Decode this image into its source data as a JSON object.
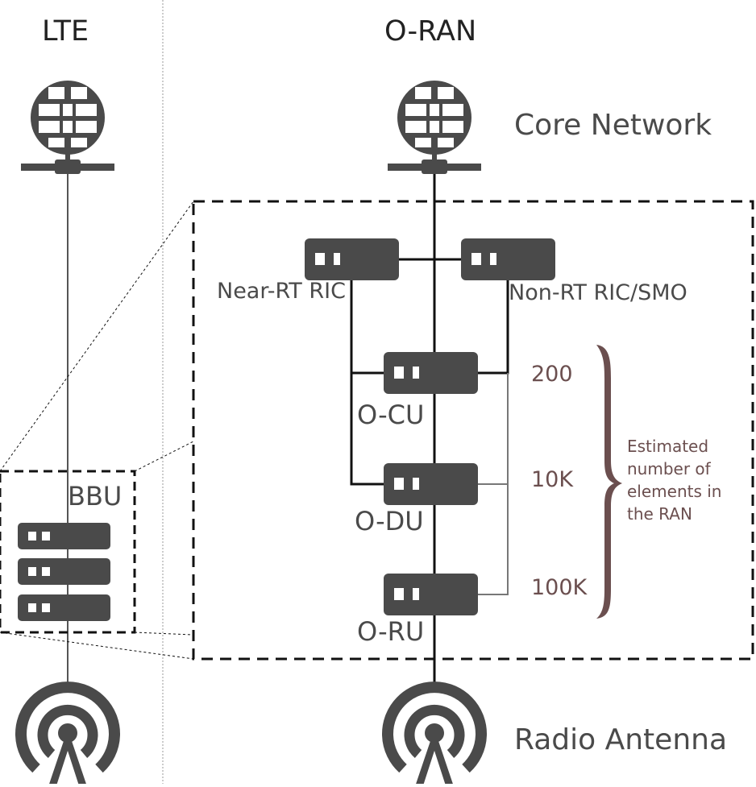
{
  "columns": {
    "lte": "LTE",
    "oran": "O-RAN"
  },
  "labels": {
    "core_network": "Core Network",
    "radio_antenna": "Radio Antenna",
    "bbu": "BBU",
    "near_rt_ric": "Near-RT RIC",
    "non_rt_ric": "Non-RT RIC/SMO",
    "o_cu": "O-CU",
    "o_du": "O-DU",
    "o_ru": "O-RU"
  },
  "element_counts": {
    "cu": "200",
    "du": "10K",
    "ru": "100K",
    "note": "Estimated number of elements in the RAN"
  },
  "icons": {
    "core": "globe-network-icon",
    "antenna": "radio-antenna-icon",
    "server": "server-icon"
  },
  "colors": {
    "icon": "#4a4a4a",
    "line": "#111111",
    "accent": "#6b4f4f"
  }
}
